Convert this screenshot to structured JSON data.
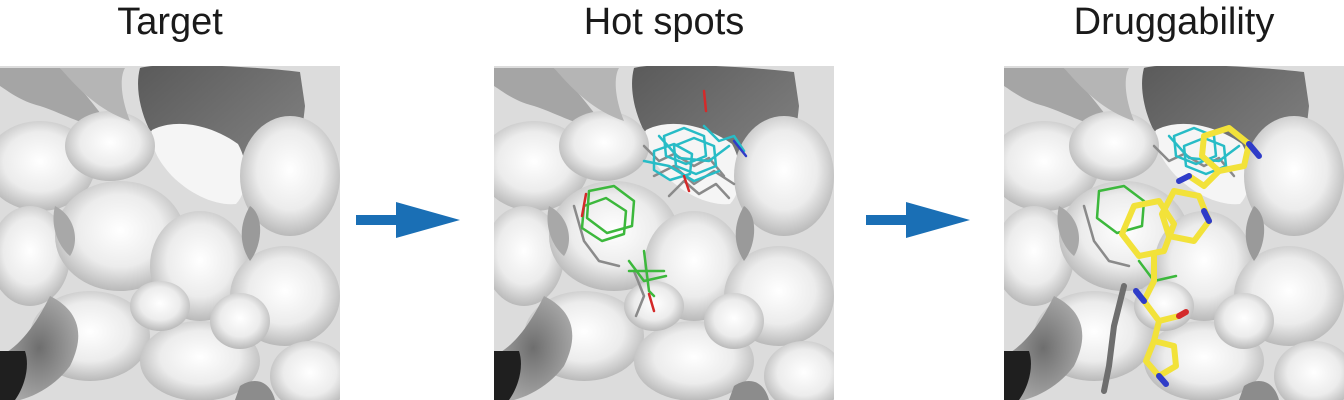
{
  "panels": [
    {
      "title": "Target"
    },
    {
      "title": "Hot spots"
    },
    {
      "title": "Druggability"
    }
  ],
  "colors": {
    "arrow": "#1a6fb5",
    "surface": "#e6e6e6",
    "hotspot_primary": "#27bcc6",
    "hotspot_secondary": "#3cb83c",
    "ligand": "#f2e23a",
    "oxygen": "#d42a2a",
    "nitrogen": "#2f3cc8"
  }
}
